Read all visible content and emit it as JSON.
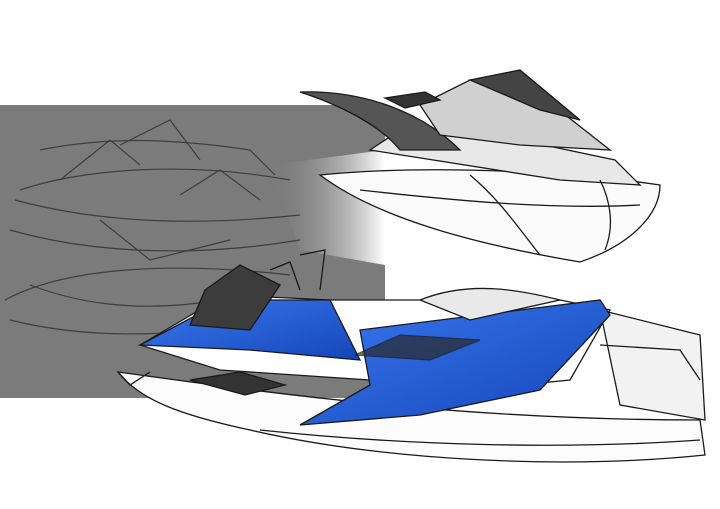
{
  "colors": {
    "background": "#ffffff",
    "panel_gray": "#7b7b7b",
    "accent_blue": "#1f5ad8",
    "ink": "#1a1a1a",
    "shade_gray": "#9a9a9a"
  },
  "illustration": {
    "subjects": [
      "jet-ski-sketch-rough",
      "jet-ski-sketch-line",
      "jet-ski-sketch-blue"
    ]
  }
}
